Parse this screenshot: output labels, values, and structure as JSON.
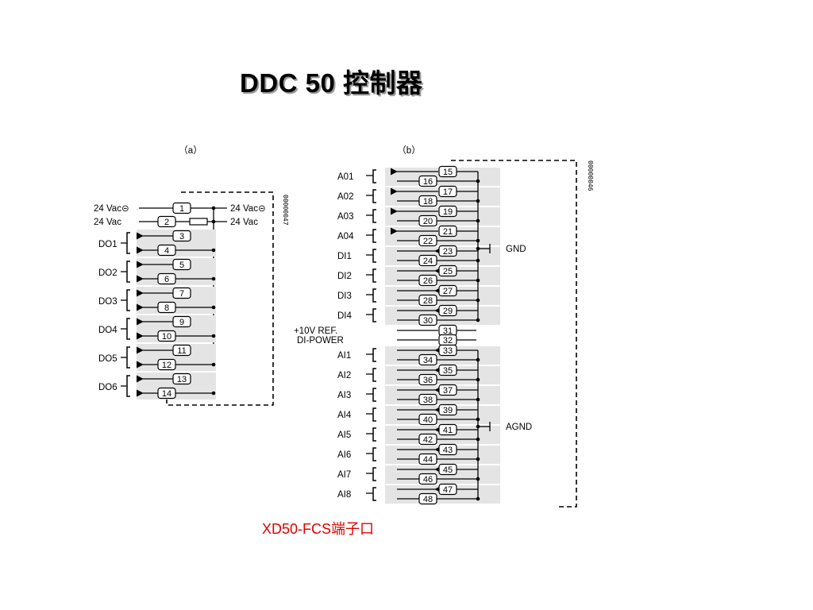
{
  "title": "DDC 50 控制器",
  "caption": "XD50-FCS端子口",
  "panel_a": {
    "label": "（a）",
    "code": "00000047",
    "power": [
      {
        "left": "24 Vac⊝",
        "terminal": "1",
        "right": "24 Vac⊝"
      },
      {
        "left": "24 Vac",
        "terminal": "2",
        "right": "24 Vac"
      }
    ],
    "outputs": [
      {
        "name": "DO1",
        "terminals": [
          "3",
          "4"
        ]
      },
      {
        "name": "DO2",
        "terminals": [
          "5",
          "6"
        ]
      },
      {
        "name": "DO3",
        "terminals": [
          "7",
          "8"
        ]
      },
      {
        "name": "DO4",
        "terminals": [
          "9",
          "10"
        ]
      },
      {
        "name": "DO5",
        "terminals": [
          "11",
          "12"
        ]
      },
      {
        "name": "DO6",
        "terminals": [
          "13",
          "14"
        ]
      }
    ]
  },
  "panel_b": {
    "label": "（b）",
    "code": "00000046",
    "ground_label": "GND",
    "analog_ground_label": "AGND",
    "groups": [
      {
        "name": "A01",
        "terminals": [
          "15",
          "16"
        ],
        "kind": "out"
      },
      {
        "name": "A02",
        "terminals": [
          "17",
          "18"
        ],
        "kind": "out"
      },
      {
        "name": "A03",
        "terminals": [
          "19",
          "20"
        ],
        "kind": "out"
      },
      {
        "name": "A04",
        "terminals": [
          "21",
          "22"
        ],
        "kind": "out"
      },
      {
        "name": "DI1",
        "terminals": [
          "23",
          "24"
        ],
        "kind": "in"
      },
      {
        "name": "DI2",
        "terminals": [
          "25",
          "26"
        ],
        "kind": "in"
      },
      {
        "name": "DI3",
        "terminals": [
          "27",
          "28"
        ],
        "kind": "in"
      },
      {
        "name": "DI4",
        "terminals": [
          "29",
          "30"
        ],
        "kind": "in"
      }
    ],
    "singles": [
      {
        "name": "+10V REF.",
        "terminal": "31"
      },
      {
        "name": "DI-POWER",
        "terminal": "32"
      }
    ],
    "analog_inputs": [
      {
        "name": "AI1",
        "terminals": [
          "33",
          "34"
        ]
      },
      {
        "name": "AI2",
        "terminals": [
          "35",
          "36"
        ]
      },
      {
        "name": "AI3",
        "terminals": [
          "37",
          "38"
        ]
      },
      {
        "name": "AI4",
        "terminals": [
          "39",
          "40"
        ]
      },
      {
        "name": "AI5",
        "terminals": [
          "41",
          "42"
        ]
      },
      {
        "name": "AI6",
        "terminals": [
          "43",
          "44"
        ]
      },
      {
        "name": "AI7",
        "terminals": [
          "45",
          "46"
        ]
      },
      {
        "name": "AI8",
        "terminals": [
          "47",
          "48"
        ]
      }
    ]
  }
}
